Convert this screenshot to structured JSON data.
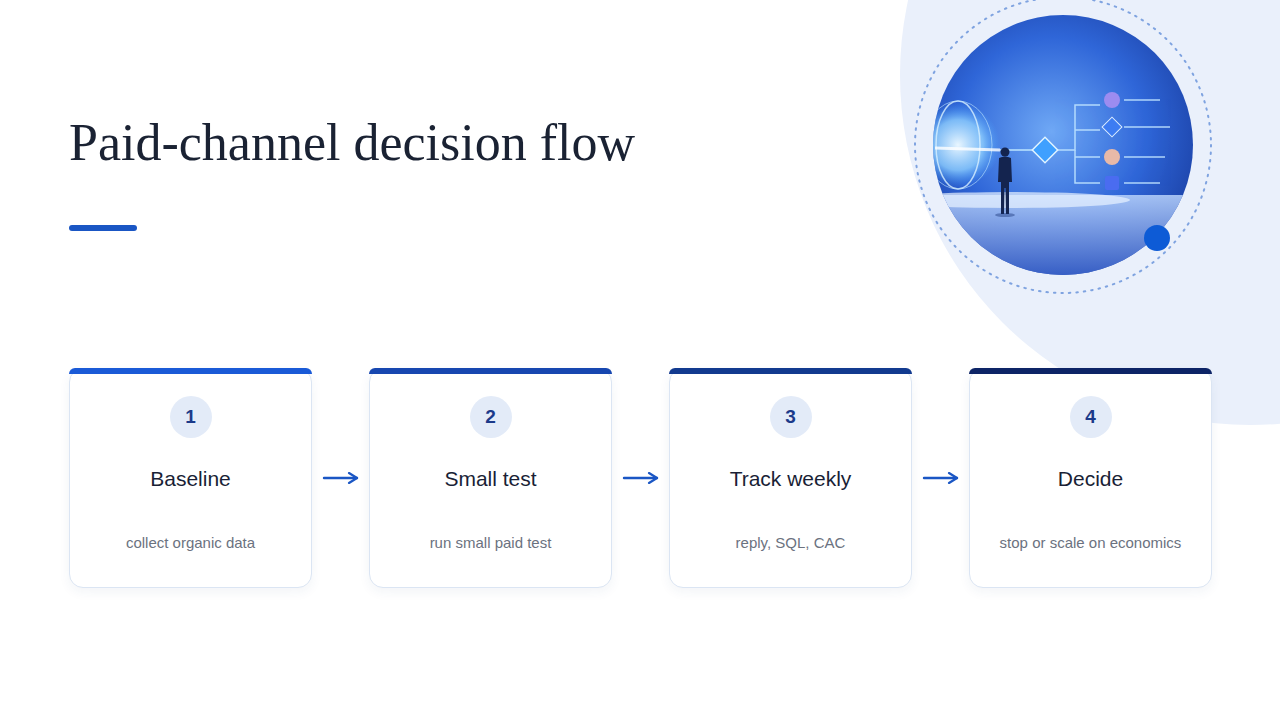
{
  "diagram": {
    "title": "Paid-channel decision flow",
    "nodes": [
      {
        "text": [
          "Baseline",
          "collect organic data"
        ]
      },
      {
        "text": [
          "1"
        ],
        "in": 0
      },
      {
        "text": [
          "Small test",
          "run small paid test"
        ]
      },
      {
        "text": [
          "2"
        ],
        "in": 2
      },
      {
        "text": [
          "Track weekly",
          "reply, SQL, CAC"
        ]
      },
      {
        "text": [
          "3"
        ],
        "in": 4
      },
      {
        "text": [
          "Decide",
          "stop or scale on economics"
        ]
      },
      {
        "text": [
          "4"
        ],
        "in": 6
      }
    ],
    "edges": [
      {
        "from": 0,
        "to": 2,
        "arrow": "to"
      },
      {
        "from": 2,
        "to": 4,
        "arrow": "to"
      },
      {
        "from": 4,
        "to": 6,
        "arrow": "to"
      }
    ]
  }
}
